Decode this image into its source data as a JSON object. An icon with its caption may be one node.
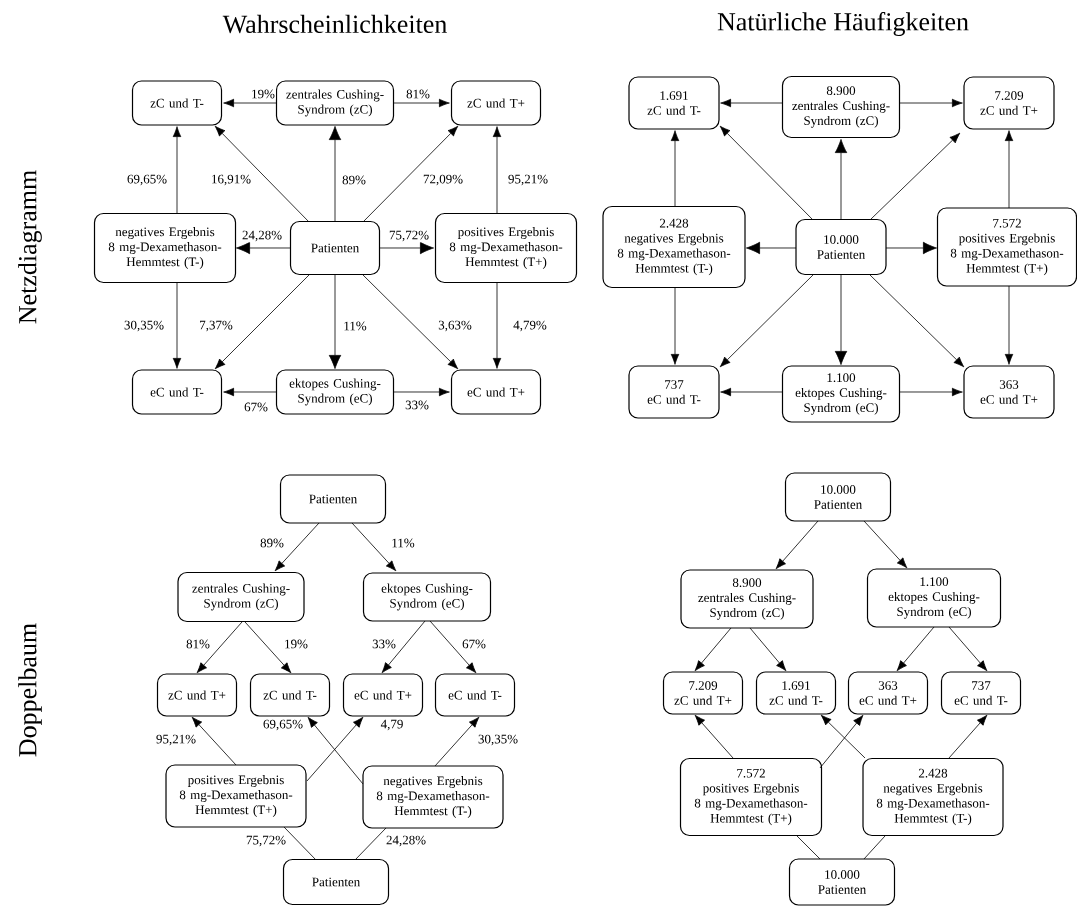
{
  "diagram": {
    "nodes": [
      {
        "text": [
          "zC und T-"
        ]
      },
      {
        "text": [
          "zentrales Cushing-Syndrom (zC)"
        ]
      },
      {
        "text": [
          "zC und T+"
        ]
      },
      {
        "text": [
          "negatives Ergebnis",
          "8 mg-Dexamethason-Hemmtest (T-)"
        ]
      },
      {
        "text": [
          "Patienten"
        ]
      },
      {
        "text": [
          "positives Ergebnis",
          "8 mg-Dexamethason-Hemmtest (T+)"
        ]
      },
      {
        "text": [
          "eC und T-"
        ]
      },
      {
        "text": [
          "ektopes Cushing-Syndrom (eC)"
        ]
      },
      {
        "text": [
          "eC und T+"
        ]
      },
      {
        "text": [
          "1.691",
          "zC und T-"
        ]
      },
      {
        "text": [
          "8.900",
          "zentrales Cushing-Syndrom (zC)"
        ]
      },
      {
        "text": [
          "7.209",
          "zC und T+"
        ]
      },
      {
        "text": [
          "2.428",
          "negatives Ergebnis",
          "8 mg-Dexamethason-Hemmtest (T-)"
        ]
      },
      {
        "text": [
          "10.000",
          "Patienten"
        ]
      },
      {
        "text": [
          "7.572",
          "positives Ergebnis",
          "8 mg-Dexamethason-Hemmtest (T+)"
        ]
      },
      {
        "text": [
          "737",
          "eC und T-"
        ]
      },
      {
        "text": [
          "1.100",
          "ektopes Cushing-Syndrom (eC)"
        ]
      },
      {
        "text": [
          "363",
          "eC und T+"
        ]
      },
      {
        "text": [
          "Patienten"
        ]
      },
      {
        "text": [
          "zentrales Cushing-Syndrom (zC)"
        ]
      },
      {
        "text": [
          "ektopes Cushing-Syndrom (eC)"
        ]
      },
      {
        "text": [
          "zC und T+"
        ]
      },
      {
        "text": [
          "zC und T-"
        ]
      },
      {
        "text": [
          "eC und T+"
        ]
      },
      {
        "text": [
          "eC und T-"
        ]
      },
      {
        "text": [
          "positives Ergebnis",
          "8 mg-Dexamethason-Hemmtest (T+)"
        ]
      },
      {
        "text": [
          "negatives Ergebnis",
          "8 mg-Dexamethason-Hemmtest (T-)"
        ]
      },
      {
        "text": [
          "Patienten"
        ]
      },
      {
        "text": [
          "10.000",
          "Patienten"
        ]
      },
      {
        "text": [
          "8.900",
          "zentrales Cushing-Syndrom (zC)"
        ]
      },
      {
        "text": [
          "1.100",
          "ektopes Cushing-Syndrom (eC)"
        ]
      },
      {
        "text": [
          "7.209",
          "zC und T+"
        ]
      },
      {
        "text": [
          "1.691",
          "zC und T-"
        ]
      },
      {
        "text": [
          "363",
          "eC und T+"
        ]
      },
      {
        "text": [
          "737",
          "eC und T-"
        ]
      },
      {
        "text": [
          "7.572",
          "positives Ergebnis",
          "8 mg-Dexamethason-Hemmtest (T+)"
        ]
      },
      {
        "text": [
          "2.428",
          "negatives Ergebnis",
          "8 mg-Dexamethason-Hemmtest (T-)"
        ]
      },
      {
        "text": [
          "10.000",
          "Patienten"
        ]
      }
    ],
    "edges": [
      {
        "from": 1,
        "to": 0,
        "arrow": "to",
        "label": "19%"
      },
      {
        "from": 1,
        "to": 2,
        "arrow": "to",
        "label": "81%"
      },
      {
        "from": 4,
        "to": 1,
        "arrow": "to",
        "label": "89%"
      },
      {
        "from": 4,
        "to": 3,
        "arrow": "to",
        "label": "24,28%"
      },
      {
        "from": 4,
        "to": 5,
        "arrow": "to",
        "label": "75,72%"
      },
      {
        "from": 4,
        "to": 7,
        "arrow": "to",
        "label": "11%"
      },
      {
        "from": 4,
        "to": 0,
        "arrow": "to",
        "label": "16,91%"
      },
      {
        "from": 4,
        "to": 2,
        "arrow": "to",
        "label": "72,09%"
      },
      {
        "from": 4,
        "to": 6,
        "arrow": "to",
        "label": "7,37%"
      },
      {
        "from": 4,
        "to": 8,
        "arrow": "to",
        "label": "3,63%"
      },
      {
        "from": 3,
        "to": 0,
        "arrow": "to",
        "label": "69,65%"
      },
      {
        "from": 3,
        "to": 6,
        "arrow": "to",
        "label": "30,35%"
      },
      {
        "from": 5,
        "to": 2,
        "arrow": "to",
        "label": "95,21%"
      },
      {
        "from": 5,
        "to": 8,
        "arrow": "to",
        "label": "4,79%"
      },
      {
        "from": 7,
        "to": 6,
        "arrow": "to",
        "label": "67%"
      },
      {
        "from": 7,
        "to": 8,
        "arrow": "to",
        "label": "33%"
      },
      {
        "from": 10,
        "to": 9,
        "arrow": "to"
      },
      {
        "from": 10,
        "to": 11,
        "arrow": "to"
      },
      {
        "from": 13,
        "to": 10,
        "arrow": "to"
      },
      {
        "from": 13,
        "to": 12,
        "arrow": "to"
      },
      {
        "from": 13,
        "to": 14,
        "arrow": "to"
      },
      {
        "from": 13,
        "to": 16,
        "arrow": "to"
      },
      {
        "from": 13,
        "to": 9,
        "arrow": "to"
      },
      {
        "from": 13,
        "to": 11,
        "arrow": "to"
      },
      {
        "from": 13,
        "to": 15,
        "arrow": "to"
      },
      {
        "from": 13,
        "to": 17,
        "arrow": "to"
      },
      {
        "from": 12,
        "to": 9,
        "arrow": "to"
      },
      {
        "from": 12,
        "to": 15,
        "arrow": "to"
      },
      {
        "from": 14,
        "to": 11,
        "arrow": "to"
      },
      {
        "from": 14,
        "to": 17,
        "arrow": "to"
      },
      {
        "from": 16,
        "to": 15,
        "arrow": "to"
      },
      {
        "from": 16,
        "to": 17,
        "arrow": "to"
      },
      {
        "from": 18,
        "to": 19,
        "arrow": "to",
        "label": "89%"
      },
      {
        "from": 18,
        "to": 20,
        "arrow": "to",
        "label": "11%"
      },
      {
        "from": 19,
        "to": 21,
        "arrow": "to",
        "label": "81%"
      },
      {
        "from": 19,
        "to": 22,
        "arrow": "to",
        "label": "19%"
      },
      {
        "from": 20,
        "to": 23,
        "arrow": "to",
        "label": "33%"
      },
      {
        "from": 20,
        "to": 24,
        "arrow": "to",
        "label": "67%"
      },
      {
        "from": 25,
        "to": 21,
        "arrow": "to",
        "label": "95,21%"
      },
      {
        "from": 25,
        "to": 23,
        "arrow": "to",
        "label": "4,79"
      },
      {
        "from": 26,
        "to": 22,
        "arrow": "to",
        "label": "69,65%"
      },
      {
        "from": 26,
        "to": 24,
        "arrow": "to",
        "label": "30,35%"
      },
      {
        "from": 27,
        "to": 25,
        "arrow": "none",
        "label": "75,72%"
      },
      {
        "from": 27,
        "to": 26,
        "arrow": "none",
        "label": "24,28%"
      },
      {
        "from": 28,
        "to": 29,
        "arrow": "to"
      },
      {
        "from": 28,
        "to": 30,
        "arrow": "to"
      },
      {
        "from": 29,
        "to": 31,
        "arrow": "to"
      },
      {
        "from": 29,
        "to": 32,
        "arrow": "to"
      },
      {
        "from": 30,
        "to": 33,
        "arrow": "to"
      },
      {
        "from": 30,
        "to": 34,
        "arrow": "to"
      },
      {
        "from": 35,
        "to": 31,
        "arrow": "to"
      },
      {
        "from": 35,
        "to": 33,
        "arrow": "to"
      },
      {
        "from": 36,
        "to": 32,
        "arrow": "to"
      },
      {
        "from": 36,
        "to": 34,
        "arrow": "to"
      },
      {
        "from": 37,
        "to": 35,
        "arrow": "none"
      },
      {
        "from": 37,
        "to": 36,
        "arrow": "none"
      }
    ],
    "labels": [
      "Wahrscheinlichkeiten",
      "Natürliche Häufigkeiten",
      "Netzdiagramm",
      "Doppelbaum"
    ]
  }
}
